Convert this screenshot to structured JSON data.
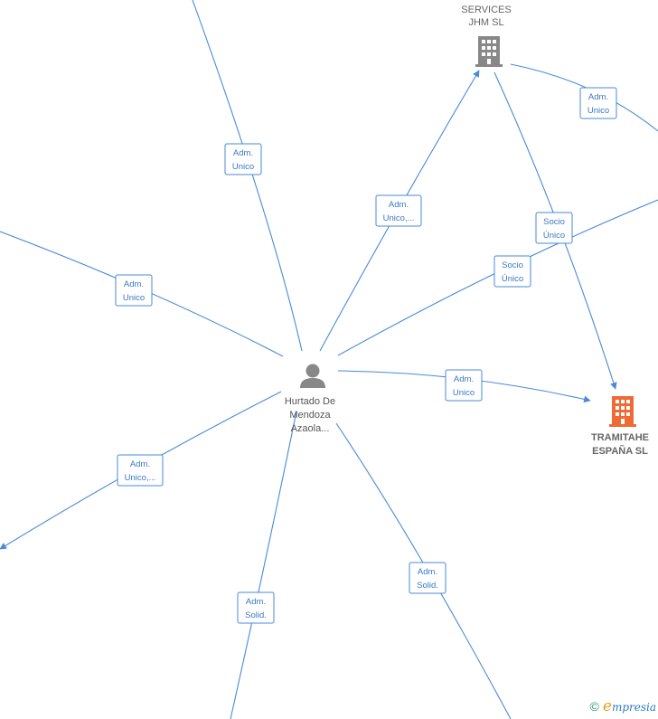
{
  "nodes": {
    "person": {
      "lines": [
        "Hurtado De",
        "Mendoza",
        "Azaola..."
      ]
    },
    "services": {
      "lines": [
        "SERVICES",
        "JHM  SL"
      ]
    },
    "tramitahe": {
      "lines": [
        "TRAMITAHE",
        "ESPAÑA  SL"
      ]
    }
  },
  "edges": [
    {
      "id": "e1",
      "label": [
        "Adm.",
        "Unico"
      ]
    },
    {
      "id": "e2",
      "label": [
        "Adm.",
        "Unico"
      ]
    },
    {
      "id": "e3",
      "label": [
        "Adm.",
        "Unico,..."
      ]
    },
    {
      "id": "e4",
      "label": [
        "Adm.",
        "Unico,..."
      ]
    },
    {
      "id": "e5",
      "label": [
        "Adm.",
        "Solid."
      ]
    },
    {
      "id": "e6",
      "label": [
        "Adm.",
        "Solid."
      ]
    },
    {
      "id": "e7",
      "label": [
        "Adm.",
        "Unico"
      ]
    },
    {
      "id": "e8",
      "label": [
        "Socio",
        "Único"
      ]
    },
    {
      "id": "e9",
      "label": [
        "Socio",
        "Único"
      ]
    },
    {
      "id": "e10",
      "label": [
        "Adm.",
        "Unico"
      ]
    }
  ],
  "footer": {
    "copyright": "©",
    "brand_initial": "e",
    "brand_rest": "mpresia"
  },
  "colors": {
    "edge": "#4a8ad6",
    "person_icon": "#888888",
    "company_icon": "#888888",
    "focus_icon": "#f06a35"
  }
}
